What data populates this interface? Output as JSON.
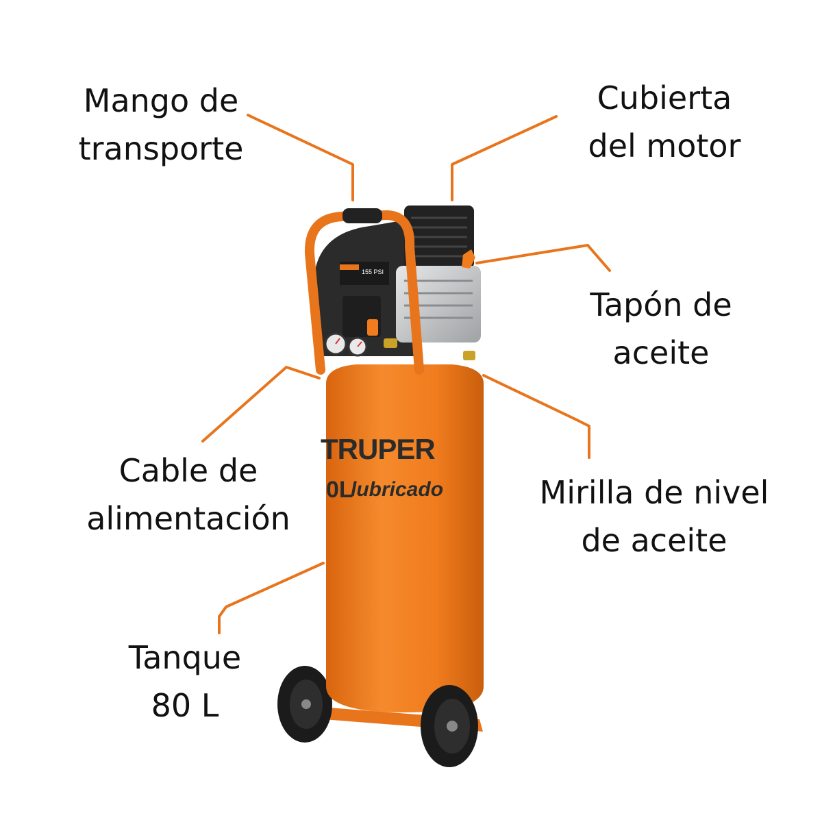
{
  "labels": {
    "carry_handle": [
      "Mango  de",
      "transporte"
    ],
    "motor_cover": [
      "Cubierta",
      "del motor"
    ],
    "oil_cap": [
      "Tapón de",
      "aceite"
    ],
    "power_cable": [
      "Cable de",
      "alimentación"
    ],
    "oil_sight_glass": [
      "Mirilla de nivel",
      "de aceite"
    ],
    "tank": [
      "Tanque",
      "80 L"
    ]
  },
  "product": {
    "brand": "TRUPER",
    "tank_text": "0L",
    "tank_subtext": "lubricado",
    "plate_psi": "155 PSI"
  },
  "colors": {
    "callout_line": "#e8741c",
    "tank_orange": "#f07c1e",
    "tank_shadow": "#c95e0c",
    "motor_black": "#2b2b2b",
    "pump_silver": "#c9cbcc",
    "wheel_black": "#1b1b1b",
    "text": "#111111"
  }
}
